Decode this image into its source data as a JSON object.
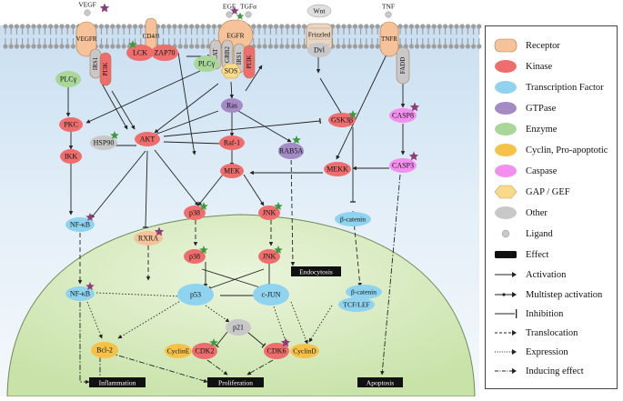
{
  "membrane_labels": {
    "vegf": "VEGF",
    "cd48": "CD4/8",
    "egf": "EGF",
    "tgfa": "TGFα",
    "wnt": "Wnt",
    "tnf": "TNF",
    "vegfr": "VEGFR",
    "egfr": "EGFR",
    "lat": "LAT",
    "frizzled": "Frizzled",
    "tnfr": "TNFR",
    "fadd": "FADD",
    "irs1_a": "IRS1",
    "irs1_b": "IRS1",
    "grb2": "GRB2",
    "pi3k_a": "PI3K",
    "pi3k_b": "PI3K",
    "lck": "LCK",
    "zap70": "ZAP70",
    "dvl": "Dvl",
    "sos": "SOS"
  },
  "nodes": {
    "plcg_a": "PLCγ",
    "plcg_b": "PLCγ",
    "pkc": "PKC",
    "hsp90": "HSP90",
    "akt": "AKT",
    "ikk": "IKK",
    "nfkb_a": "NF-κB",
    "nfkb_b": "NF-κB",
    "ras": "Ras",
    "raf1": "Raf-1",
    "mek": "MEK",
    "rab5a": "RAB5A",
    "gsk3b": "GSK3β",
    "casp8": "CASP8",
    "casp3": "CASP3",
    "mekk": "MEKK",
    "bcatenin_a": "β-catenin",
    "bcatenin_b": "β-catenin",
    "tcflef": "TCF/LEF",
    "p38_a": "p38",
    "p38_b": "p38",
    "jnk_a": "JNK",
    "jnk_b": "JNK",
    "rxra": "RXRA",
    "p53": "p53",
    "cjun": "c-JUN",
    "p21": "p21",
    "cyclinE": "CyclinE",
    "cdk2": "CDK2",
    "cdk6": "CDK6",
    "cyclinD": "CyclinD",
    "bcl2": "Bcl-2"
  },
  "effects": {
    "endocytosis": "Endocytosis",
    "inflammation": "Inflammation",
    "proliferation": "Proliferation",
    "apoptosis": "Apoptosis"
  },
  "legend": {
    "items": [
      {
        "label": "Receptor",
        "color": "#f6c29a",
        "shape": "rounded"
      },
      {
        "label": "Kinase",
        "color": "#ee6e6e",
        "shape": "ellipse"
      },
      {
        "label": "Transcription Factor",
        "color": "#8fd3ee",
        "shape": "ellipse"
      },
      {
        "label": "GTPase",
        "color": "#a48bc6",
        "shape": "ellipse"
      },
      {
        "label": "Enzyme",
        "color": "#a9d79a",
        "shape": "ellipse"
      },
      {
        "label": "Cyclin, Pro-apoptotic",
        "color": "#f5c147",
        "shape": "ellipse"
      },
      {
        "label": "Caspase",
        "color": "#f38fef",
        "shape": "ellipse"
      },
      {
        "label": "GAP / GEF",
        "color": "#f9d98a",
        "shape": "hexagon"
      },
      {
        "label": "Other",
        "color": "#c8c8c8",
        "shape": "ellipse"
      },
      {
        "label": "Ligand",
        "color": "#c8c8c8",
        "shape": "dot"
      },
      {
        "label": "Effect",
        "color": "#111111",
        "shape": "bar"
      },
      {
        "label": "Activation",
        "shape": "arrow"
      },
      {
        "label": "Multistep  activation",
        "shape": "multistep"
      },
      {
        "label": "Inhibition",
        "shape": "inhibit"
      },
      {
        "label": "Translocation",
        "shape": "dashed"
      },
      {
        "label": "Expression",
        "shape": "dotted"
      },
      {
        "label": "Inducing effect",
        "shape": "dashdot"
      }
    ]
  },
  "colors": {
    "receptor": "#f6c29a",
    "kinase": "#ee6e6e",
    "tf": "#8fd3ee",
    "gtpase": "#a48bc6",
    "enzyme": "#a9d79a",
    "cyclin": "#f5c147",
    "caspase": "#f38fef",
    "gef": "#f9d98a",
    "other": "#c8c8c8",
    "star_purple": "#8e3c78",
    "star_green": "#3f9a3f",
    "nucleus": "#dbeec4"
  }
}
